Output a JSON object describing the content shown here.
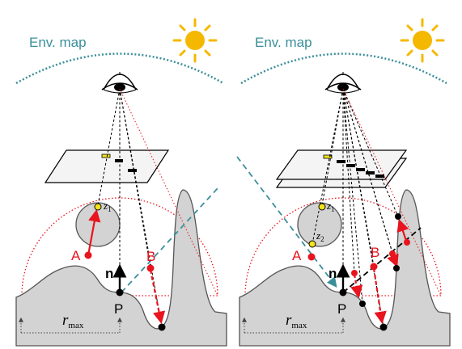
{
  "colors": {
    "env_map": "#3a8f9a",
    "sun": "#f5b800",
    "terrain_fill": "#d3d3d3",
    "terrain_stroke": "#555555",
    "sample": "#e8141e",
    "marker_yellow": "#f2e41a",
    "ink": "#000000",
    "plane_fill": "#f4f4f4"
  },
  "left_panel": {
    "env_label": "Env. map",
    "point_a": "A",
    "point_b": "B",
    "point_p": "P",
    "normal": "n",
    "depth_1": "z",
    "depth_1_sub": "1",
    "radius": "r",
    "radius_sub": "max"
  },
  "right_panel": {
    "env_label": "Env. map",
    "point_a": "A",
    "point_b": "B",
    "point_p": "P",
    "normal": "n",
    "depth_1": "z",
    "depth_1_sub": "1",
    "depth_2": "z",
    "depth_2_sub": "2",
    "radius": "r",
    "radius_sub": "max"
  },
  "icons": [
    "sun-icon",
    "eye-icon",
    "sun-icon",
    "eye-icon"
  ]
}
